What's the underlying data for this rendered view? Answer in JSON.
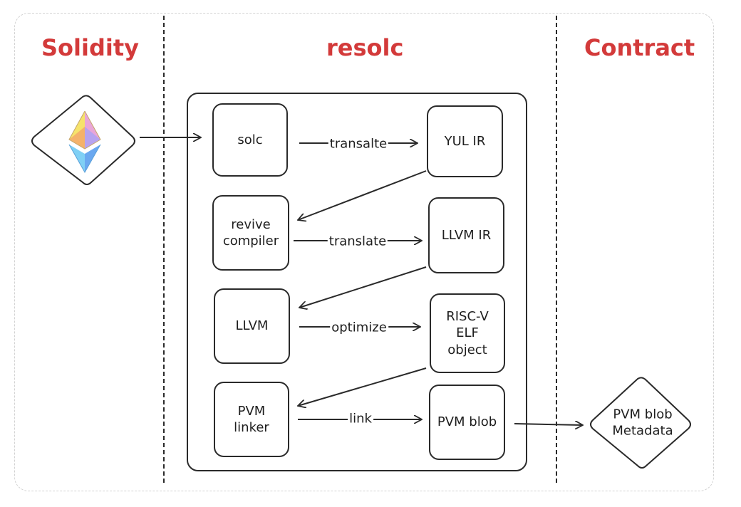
{
  "columns": {
    "left": "Solidity",
    "middle": "resolc",
    "right": "Contract"
  },
  "nodes": {
    "solc": "solc",
    "yul_ir": "YUL IR",
    "revive_compiler": "revive\ncompiler",
    "llvm_ir": "LLVM IR",
    "llvm": "LLVM",
    "risc_v": "RISC-V\nELF\nobject",
    "pvm_linker": "PVM\nlinker",
    "pvm_blob": "PVM blob",
    "contract_output": "PVM blob\nMetadata"
  },
  "edges": {
    "translate_1": "transalte",
    "translate_2": "translate",
    "optimize": "optimize",
    "link": "link"
  },
  "icons": {
    "solidity_logo": "ethereum-diamond-icon"
  },
  "colors": {
    "heading": "#d33a3a",
    "stroke": "#2a2a2a"
  }
}
